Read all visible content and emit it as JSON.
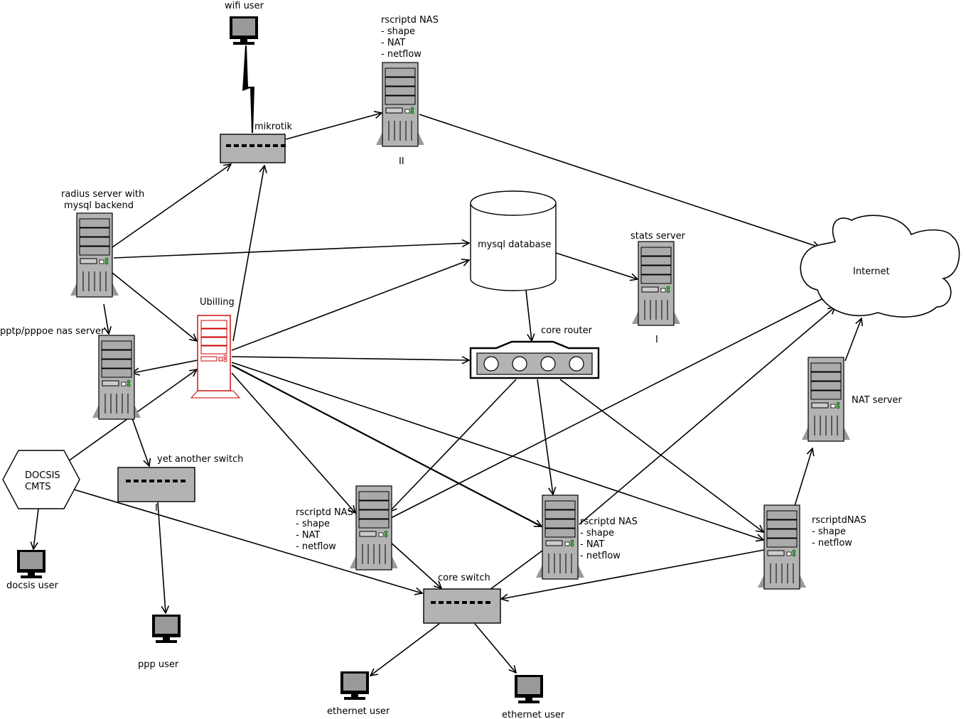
{
  "nodes": {
    "wifi_user": "wifi user",
    "mikrotik": "mikrotik",
    "nas_top": [
      "rscriptd NAS",
      "- shape",
      "- NAT",
      "- netflow"
    ],
    "nas_top_tag": "II",
    "radius": [
      "radius server with",
      "mysql backend"
    ],
    "mysql": "mysql database",
    "stats": "stats server",
    "stats_tag": "I",
    "internet": "Internet",
    "ubilling": "Ubilling",
    "pptp": "pptp/pppoe nas server",
    "core_router": "core router",
    "nat_server": "NAT server",
    "docsis": [
      "DOCSIS",
      "CMTS"
    ],
    "yet_another_switch": "yet another switch",
    "yet_another_switch_tag": "I",
    "nas_mid": [
      "rscriptd NAS",
      "- shape",
      "- NAT",
      "- netflow"
    ],
    "nas_center": [
      "rscriptd NAS",
      "- shape",
      "- NAT",
      "- netflow"
    ],
    "nas_right": [
      "rscriptdNAS",
      "- shape",
      "- netflow"
    ],
    "docsis_user": "docsis user",
    "ppp_user": "ppp user",
    "core_switch": "core switch",
    "ethernet_user_1": "ethernet user",
    "ethernet_user_2": "ethernet user"
  },
  "colors": {
    "device_fill": "#b3b3b3",
    "ubilling": "#cc0000",
    "led": "#33cc33"
  }
}
